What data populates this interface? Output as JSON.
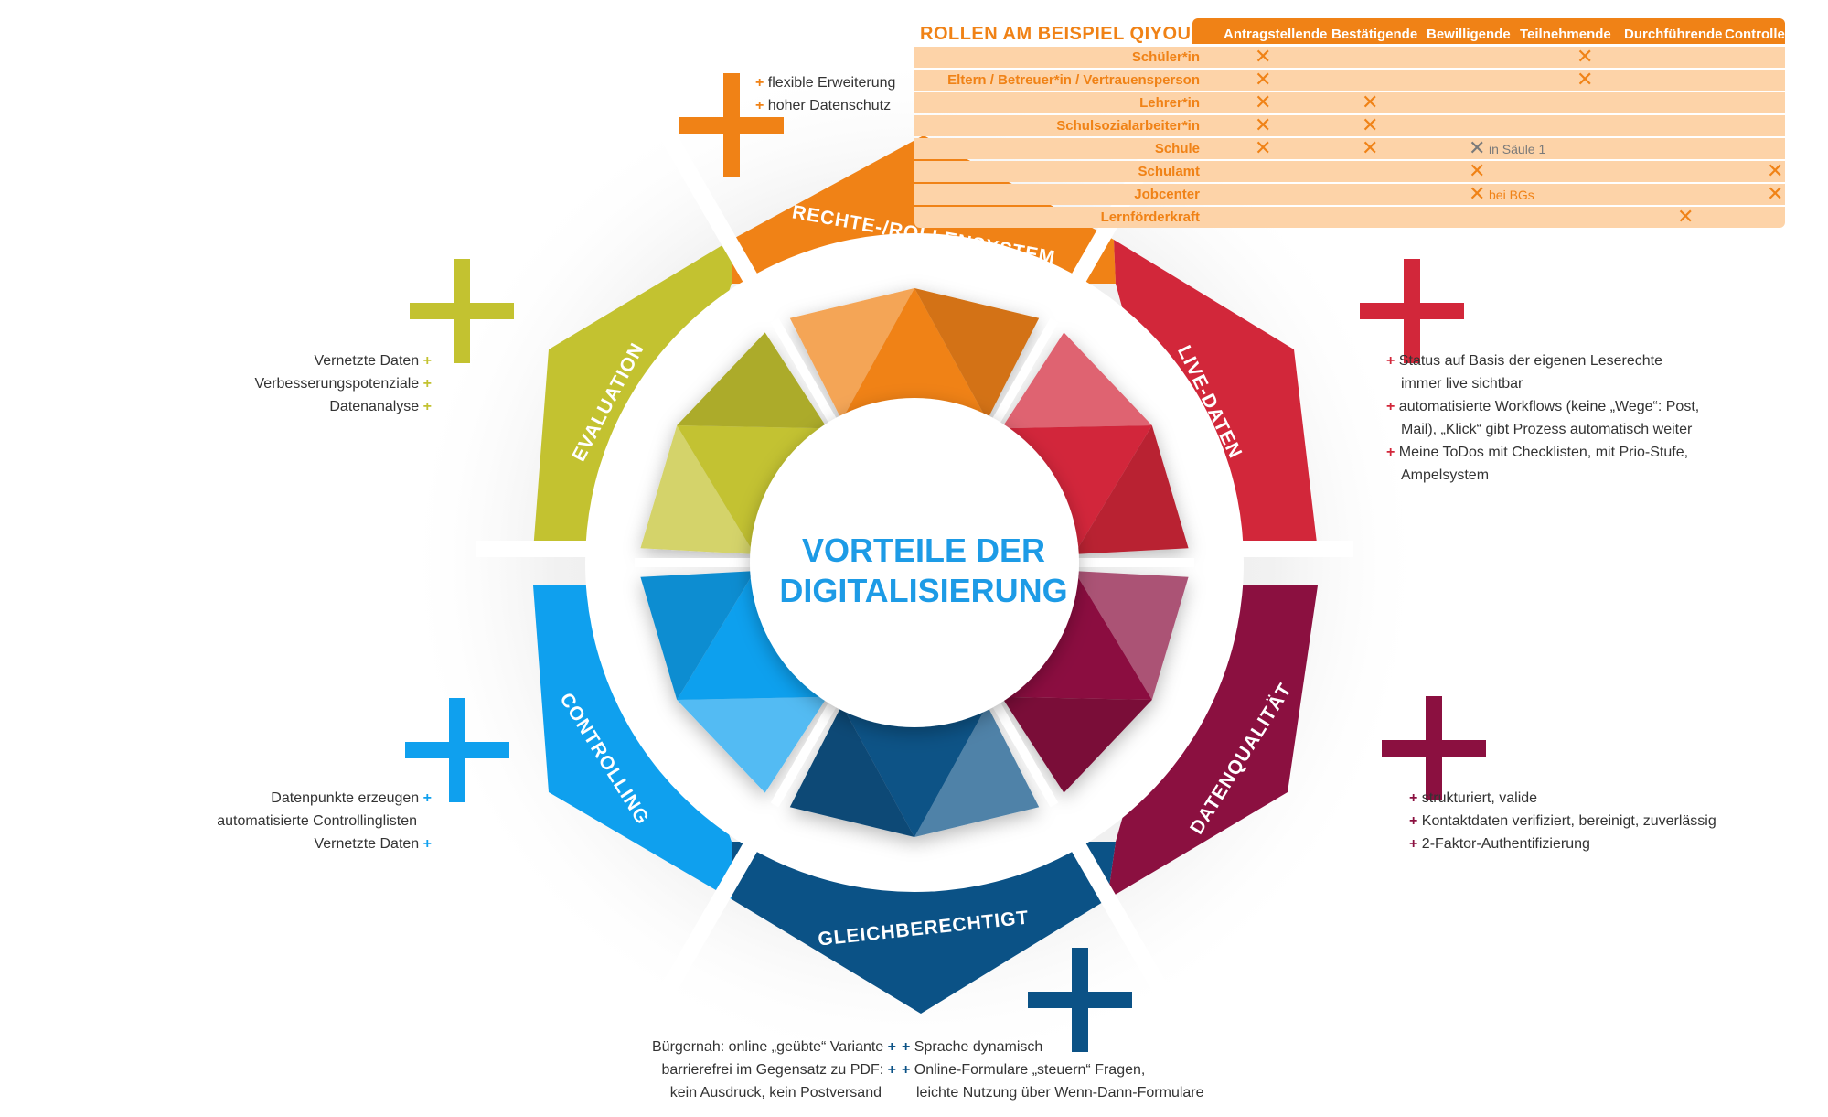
{
  "center": {
    "line1": "VORTEILE DER",
    "line2": "DIGITALISIERUNG"
  },
  "colors": {
    "orange": "#f08216",
    "red": "#d2273a",
    "maroon": "#8b1040",
    "navy": "#0b5286",
    "blue": "#0fa0ee",
    "olive": "#c3c230",
    "orange_light": "#fdd3a8"
  },
  "segments": [
    {
      "key": "rechte",
      "label": "RECHTE-/ROLLENSYSTEM"
    },
    {
      "key": "live",
      "label": "LIVE-DATEN"
    },
    {
      "key": "qualitaet",
      "label": "DATENQUALITÄT"
    },
    {
      "key": "gleich",
      "label": "GLEICHBERECHTIGT"
    },
    {
      "key": "controlling",
      "label": "CONTROLLING"
    },
    {
      "key": "evaluation",
      "label": "EVALUATION"
    }
  ],
  "benefits": {
    "rechte": [
      "flexible Erweiterung",
      "hoher Datenschutz"
    ],
    "live": [
      "Status auf Basis der eigenen Leserechte",
      "immer live sichtbar",
      "automatisierte Workflows (keine „Wege“: Post,",
      "Mail), „Klick“ gibt Prozess automatisch weiter",
      "Meine ToDos mit Checklisten, mit Prio-Stufe,",
      "Ampelsystem"
    ],
    "qualitaet": [
      "strukturiert, valide",
      "Kontaktdaten verifiziert, bereinigt, zuverlässig",
      "2-Faktor-Authentifizierung"
    ],
    "gleich_left": [
      "Bürgernah: online „geübte“ Variante",
      "barrierefrei im Gegensatz zu PDF:",
      "kein Ausdruck, kein Postversand"
    ],
    "gleich_right": [
      "Sprache dynamisch",
      "Online-Formulare „steuern“ Fragen,",
      "leichte Nutzung über Wenn-Dann-Formulare"
    ],
    "controlling": [
      "Datenpunkte erzeugen",
      "automatisierte Controllinglisten",
      "Vernetzte Daten"
    ],
    "evaluation": [
      "Vernetzte Daten",
      "Verbesserungspotenziale",
      "Datenanalyse"
    ]
  },
  "table": {
    "title": "ROLLEN AM BEISPIEL QIYOU",
    "columns": [
      "Antragstellende",
      "Bestätigende",
      "Bewilligende",
      "Teilnehmende",
      "Durchführende",
      "Controller"
    ],
    "rows": [
      {
        "label": "Schüler*in",
        "marks": [
          0,
          3
        ]
      },
      {
        "label": "Eltern / Betreuer*in / Vertrauensperson",
        "marks": [
          0,
          3
        ]
      },
      {
        "label": "Lehrer*in",
        "marks": [
          0,
          1
        ]
      },
      {
        "label": "Schulsozialarbeiter*in",
        "marks": [
          0,
          1
        ]
      },
      {
        "label": "Schule",
        "marks": [
          0,
          1
        ],
        "grey_mark": 2,
        "note": "in Säule 1"
      },
      {
        "label": "Schulamt",
        "marks": [
          2,
          5
        ]
      },
      {
        "label": "Jobcenter",
        "marks": [
          2,
          5
        ],
        "note": "bei BGs"
      },
      {
        "label": "Lernförderkraft",
        "marks": [
          4
        ]
      }
    ],
    "mark_symbol": "✕"
  }
}
